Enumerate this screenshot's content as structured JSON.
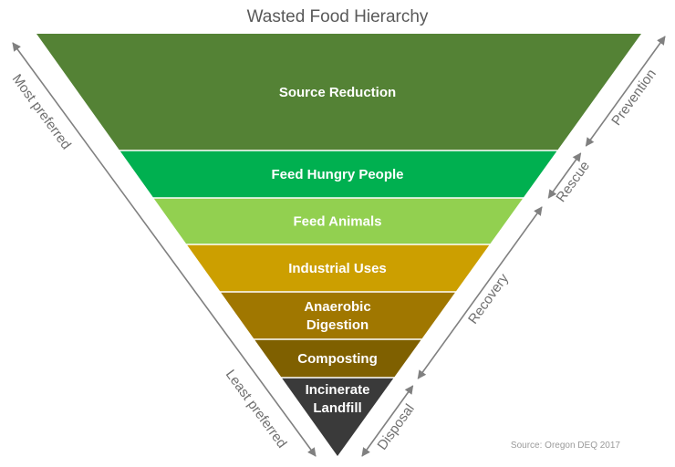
{
  "title": "Wasted Food Hierarchy",
  "tiers": [
    {
      "label_lines": [
        "Source Reduction"
      ],
      "color": "#548235"
    },
    {
      "label_lines": [
        "Feed Hungry People"
      ],
      "color": "#00B050"
    },
    {
      "label_lines": [
        "Feed Animals"
      ],
      "color": "#92D050"
    },
    {
      "label_lines": [
        "Industrial Uses"
      ],
      "color": "#CC9F00"
    },
    {
      "label_lines": [
        "Anaerobic",
        "Digestion"
      ],
      "color": "#A07700"
    },
    {
      "label_lines": [
        "Composting"
      ],
      "color": "#7F6000"
    },
    {
      "label_lines": [
        "Incinerate",
        "Landfill"
      ],
      "color": "#3A3A3A"
    }
  ],
  "left_axis": {
    "top_label": "Most preferred",
    "bottom_label": "Least preferred"
  },
  "right_categories": [
    {
      "label": "Prevention"
    },
    {
      "label": "Rescue"
    },
    {
      "label": "Recovery"
    },
    {
      "label": "Disposal"
    }
  ],
  "source": "Source: Oregon DEQ 2017",
  "colors": {
    "arrow": "#808080",
    "text_gray": "#595959"
  }
}
